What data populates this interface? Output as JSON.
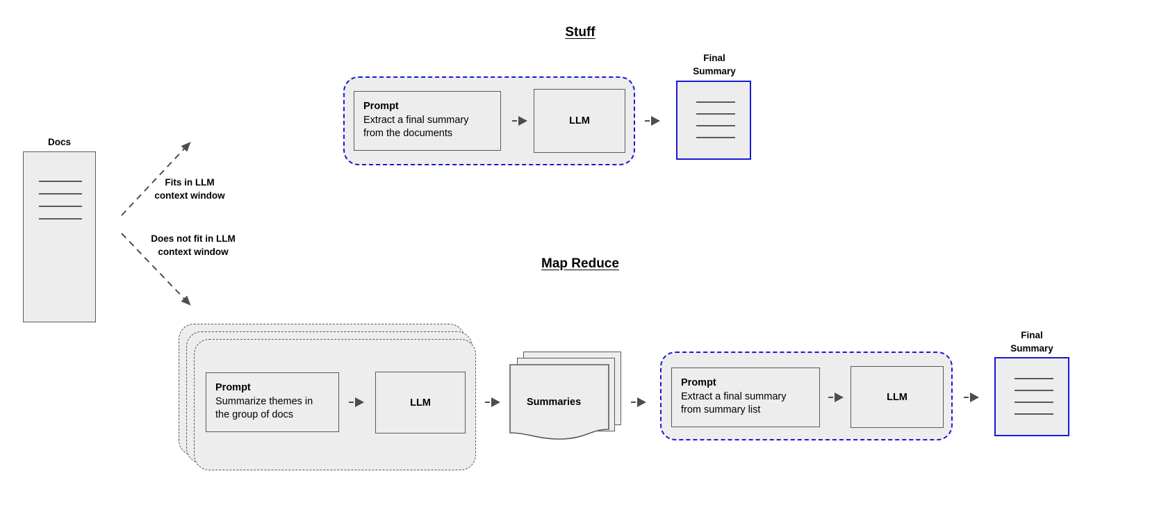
{
  "diagram": {
    "title_stuff": "Stuff",
    "title_map_reduce": "Map Reduce"
  },
  "colors": {
    "accent_blue": "#1818d8",
    "fill_grey": "#ededed",
    "stroke_grey": "#595959",
    "arrow_grey": "#4d4d4d",
    "text": "#000000"
  },
  "docs": {
    "label": "Docs",
    "line_count": 4
  },
  "branches": [
    {
      "label": "Fits in LLM\ncontext window",
      "direction": "up-right"
    },
    {
      "label": "Does not fit in LLM\ncontext window",
      "direction": "down-right"
    }
  ],
  "stuff": {
    "title": "Stuff",
    "group_border": "blue-dashed",
    "prompt": {
      "title": "Prompt",
      "body": "Extract a final summary\nfrom the documents"
    },
    "llm": {
      "label": "LLM"
    },
    "final_summary": {
      "label": "Final\nSummary",
      "line_count": 4
    }
  },
  "map_reduce": {
    "title": "Map Reduce",
    "map_group": {
      "border": "grey-dashed",
      "stack_count": 3,
      "prompt": {
        "title": "Prompt",
        "body": "Summarize themes in\nthe group of docs"
      },
      "llm": {
        "label": "LLM"
      }
    },
    "summaries": {
      "label": "Summaries",
      "stack_count": 3
    },
    "reduce_group": {
      "border": "blue-dashed",
      "prompt": {
        "title": "Prompt",
        "body": "Extract a final summary\nfrom summary list"
      },
      "llm": {
        "label": "LLM"
      }
    },
    "final_summary": {
      "label": "Final\nSummary",
      "line_count": 4
    }
  }
}
